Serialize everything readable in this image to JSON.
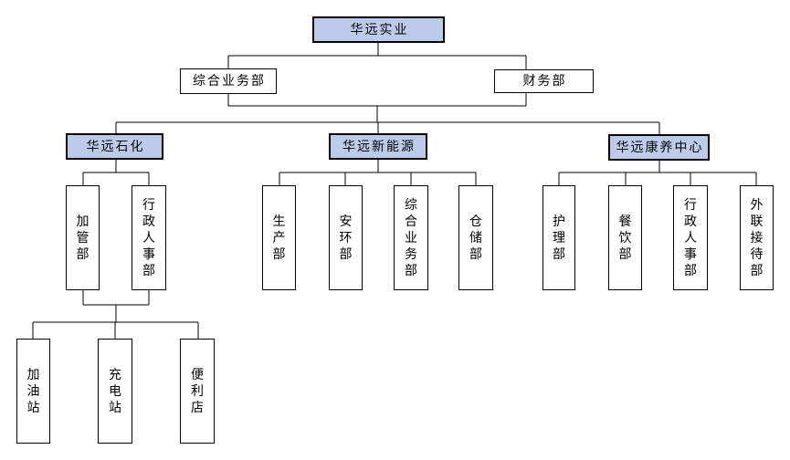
{
  "colors": {
    "background": "#FFFFFF",
    "node_fill": "#BCCBEA",
    "node_border": "#000000",
    "line": "#000000"
  },
  "org": {
    "root": {
      "label": "华远实业"
    },
    "staff_departments": [
      {
        "label": "综合业务部"
      },
      {
        "label": "财务部"
      }
    ],
    "branches": [
      {
        "label": "华远石化",
        "departments": [
          {
            "label": "加管部"
          },
          {
            "label": "行政人事部"
          }
        ],
        "stations": [
          {
            "label": "加油站"
          },
          {
            "label": "充电站"
          },
          {
            "label": "便利店"
          }
        ]
      },
      {
        "label": "华远新能源",
        "departments": [
          {
            "label": "生产部"
          },
          {
            "label": "安环部"
          },
          {
            "label": "综合业务部"
          },
          {
            "label": "仓储部"
          }
        ]
      },
      {
        "label": "华远康养中心",
        "departments": [
          {
            "label": "护理部"
          },
          {
            "label": "餐饮部"
          },
          {
            "label": "行政人事部"
          },
          {
            "label": "外联接待部"
          }
        ]
      }
    ]
  }
}
